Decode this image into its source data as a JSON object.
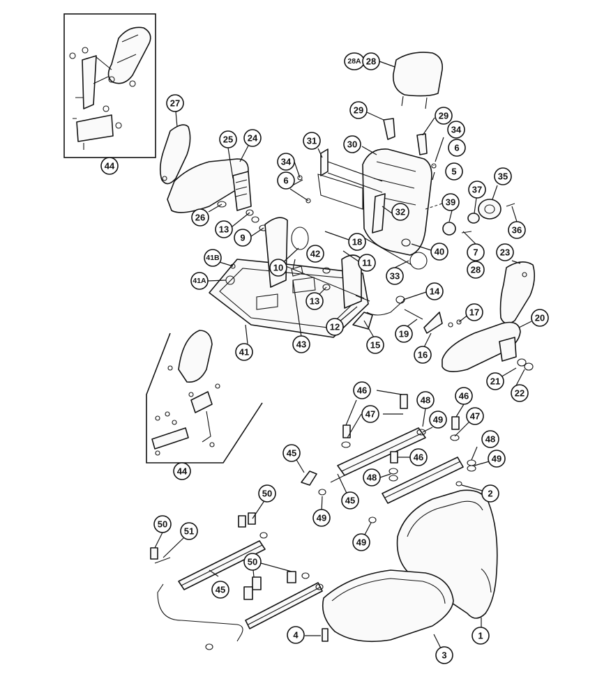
{
  "callouts": [
    {
      "id": "c44a",
      "label": "44"
    },
    {
      "id": "c27",
      "label": "27"
    },
    {
      "id": "c25",
      "label": "25"
    },
    {
      "id": "c24",
      "label": "24"
    },
    {
      "id": "c26",
      "label": "26"
    },
    {
      "id": "c13a",
      "label": "13"
    },
    {
      "id": "c9",
      "label": "9"
    },
    {
      "id": "c41b",
      "label": "41B"
    },
    {
      "id": "c41a",
      "label": "41A"
    },
    {
      "id": "c10",
      "label": "10"
    },
    {
      "id": "c42",
      "label": "42"
    },
    {
      "id": "c13b",
      "label": "13"
    },
    {
      "id": "c43",
      "label": "43"
    },
    {
      "id": "c41",
      "label": "41"
    },
    {
      "id": "c28a",
      "label": "28A"
    },
    {
      "id": "c28",
      "label": "28"
    },
    {
      "id": "c29a",
      "label": "29"
    },
    {
      "id": "c29b",
      "label": "29"
    },
    {
      "id": "c31",
      "label": "31"
    },
    {
      "id": "c30",
      "label": "30"
    },
    {
      "id": "c34a",
      "label": "34"
    },
    {
      "id": "c34b",
      "label": "34"
    },
    {
      "id": "c6a",
      "label": "6"
    },
    {
      "id": "c6b",
      "label": "6"
    },
    {
      "id": "c5",
      "label": "5"
    },
    {
      "id": "c35",
      "label": "35"
    },
    {
      "id": "c37",
      "label": "37"
    },
    {
      "id": "c39",
      "label": "39"
    },
    {
      "id": "c36",
      "label": "36"
    },
    {
      "id": "c32",
      "label": "32"
    },
    {
      "id": "c18",
      "label": "18"
    },
    {
      "id": "c40",
      "label": "40"
    },
    {
      "id": "c7",
      "label": "7"
    },
    {
      "id": "c28b",
      "label": "28"
    },
    {
      "id": "c11",
      "label": "11"
    },
    {
      "id": "c33",
      "label": "33"
    },
    {
      "id": "c23",
      "label": "23"
    },
    {
      "id": "c14",
      "label": "14"
    },
    {
      "id": "c12",
      "label": "12"
    },
    {
      "id": "c17",
      "label": "17"
    },
    {
      "id": "c20",
      "label": "20"
    },
    {
      "id": "c15",
      "label": "15"
    },
    {
      "id": "c19",
      "label": "19"
    },
    {
      "id": "c16",
      "label": "16"
    },
    {
      "id": "c21",
      "label": "21"
    },
    {
      "id": "c22",
      "label": "22"
    },
    {
      "id": "c44b",
      "label": "44"
    },
    {
      "id": "c46a",
      "label": "46"
    },
    {
      "id": "c47a",
      "label": "47"
    },
    {
      "id": "c48a",
      "label": "48"
    },
    {
      "id": "c49a",
      "label": "49"
    },
    {
      "id": "c46b",
      "label": "46"
    },
    {
      "id": "c47b",
      "label": "47"
    },
    {
      "id": "c45a",
      "label": "45"
    },
    {
      "id": "c46c",
      "label": "46"
    },
    {
      "id": "c48b",
      "label": "48"
    },
    {
      "id": "c49b",
      "label": "49"
    },
    {
      "id": "c48c",
      "label": "48"
    },
    {
      "id": "c45b",
      "label": "45"
    },
    {
      "id": "c2",
      "label": "2"
    },
    {
      "id": "c49c",
      "label": "49"
    },
    {
      "id": "c49d",
      "label": "49"
    },
    {
      "id": "c50a",
      "label": "50"
    },
    {
      "id": "c50b",
      "label": "50"
    },
    {
      "id": "c51",
      "label": "51"
    },
    {
      "id": "c50c",
      "label": "50"
    },
    {
      "id": "c45c",
      "label": "45"
    },
    {
      "id": "c4",
      "label": "4"
    },
    {
      "id": "c1",
      "label": "1"
    },
    {
      "id": "c3",
      "label": "3"
    }
  ]
}
